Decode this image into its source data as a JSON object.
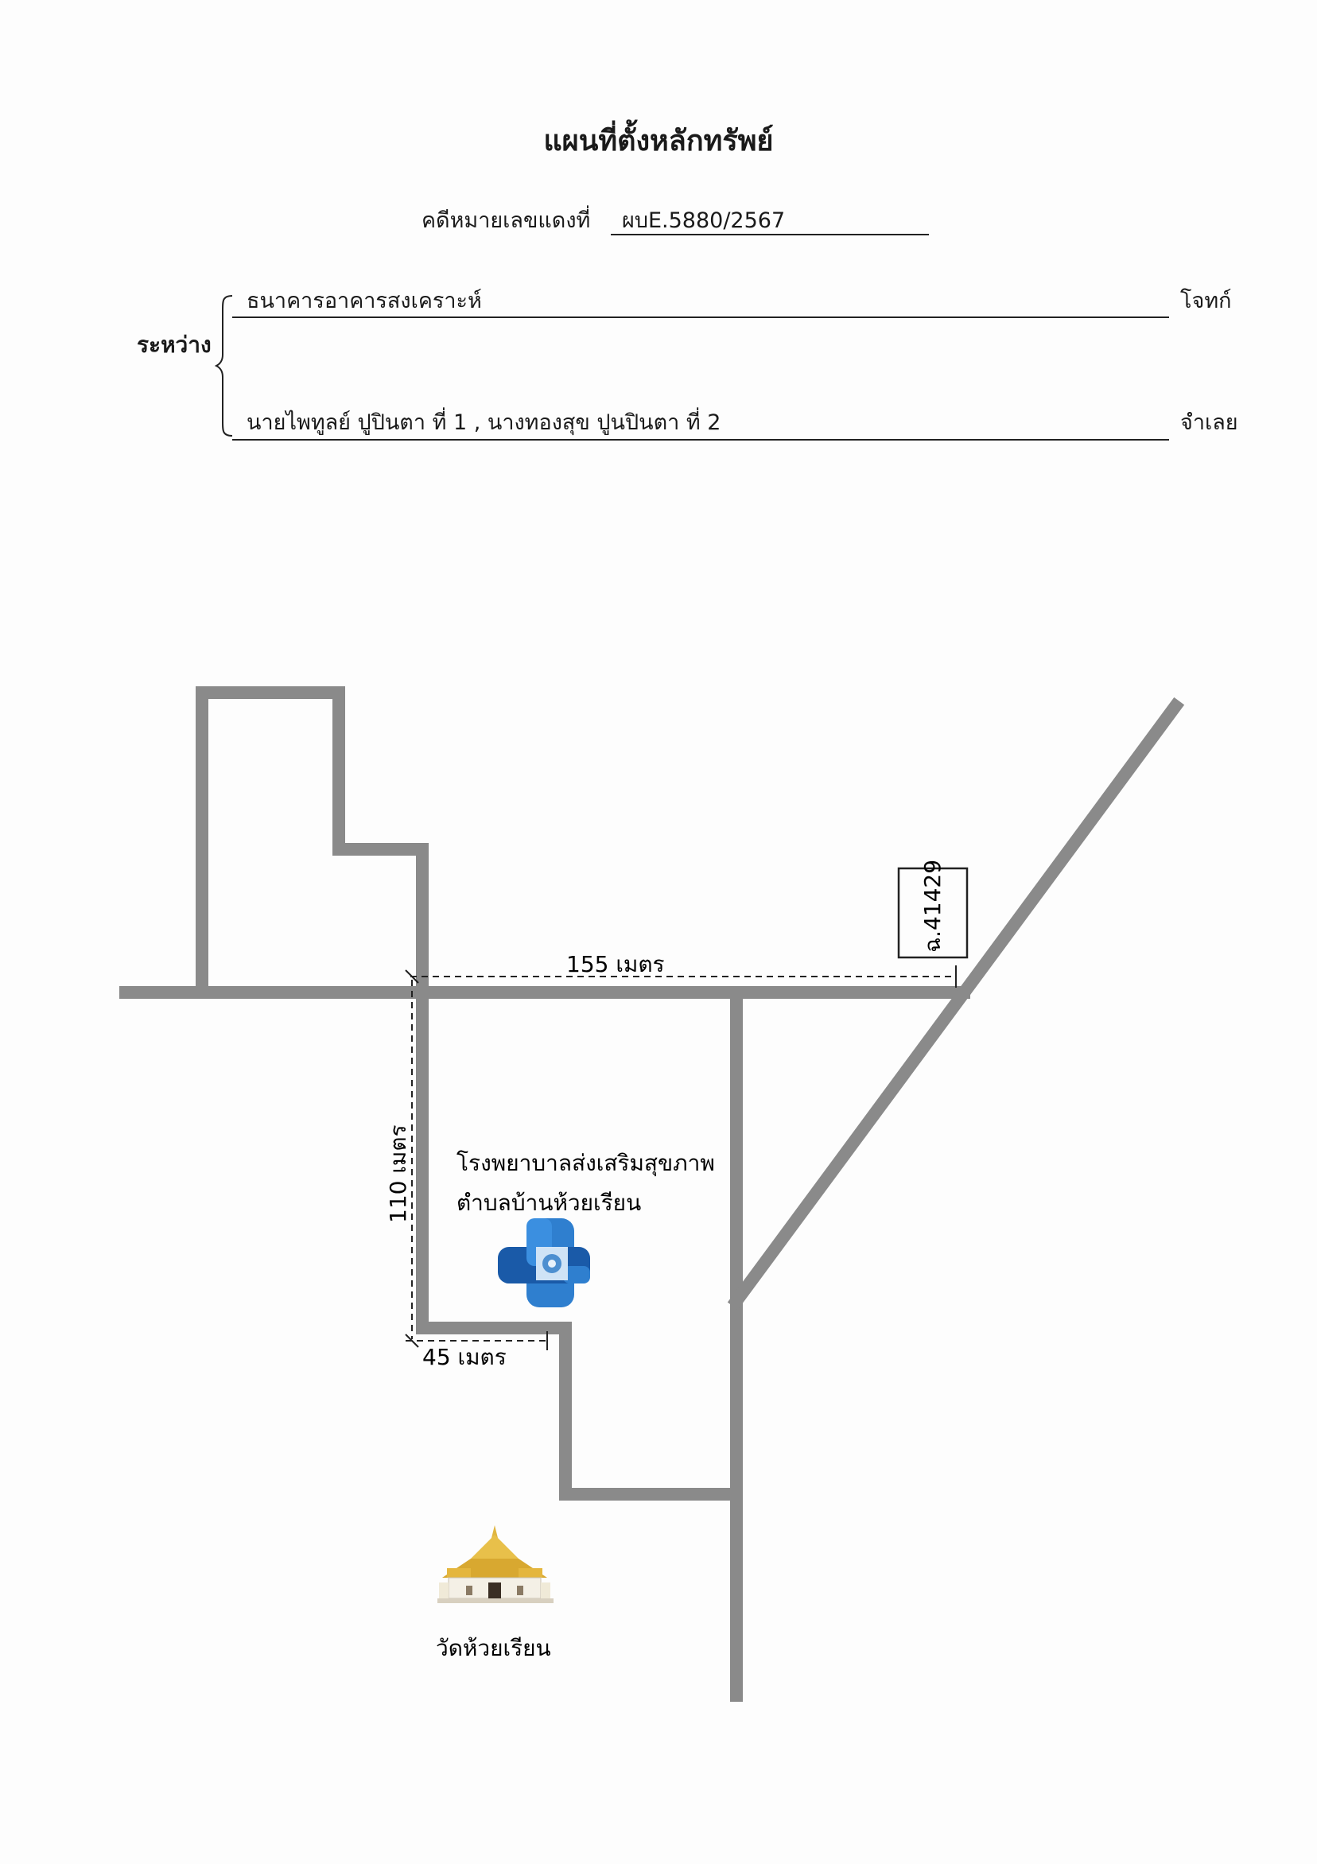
{
  "header": {
    "title": "แผนที่ตั้งหลักทรัพย์",
    "case_label": "คดีหมายเลขแดงที่",
    "case_number": "ผบE.5880/2567"
  },
  "parties": {
    "between_label": "ระหว่าง",
    "plaintiff": {
      "name": "ธนาคารอาคารสงเคราะห์",
      "role": "โจทก์"
    },
    "defendant": {
      "name": "นายไพทูลย์ ปูปินตา ที่ 1 , นางทองสุข ปูนปินตา ที่ 2",
      "role": "จำเลย"
    }
  },
  "map": {
    "distance_horizontal": "155 เมตร",
    "distance_vertical": "110 เมตร",
    "distance_short": "45 เมตร",
    "parcel_label": "ฉ.41429",
    "hospital_name_line1": "โรงพยาบาลส่งเสริมสุขภาพ",
    "hospital_name_line2": "ตำบลบ้านห้วยเรียน",
    "temple_name": "วัดห้วยเรียน",
    "road_color": "#8a8a8a",
    "hospital_icon": "hospital-cross-icon",
    "temple_icon": "temple-icon",
    "hospital_colors": [
      "#2f7fcf",
      "#1a5aa8",
      "#7fb6e6"
    ]
  }
}
